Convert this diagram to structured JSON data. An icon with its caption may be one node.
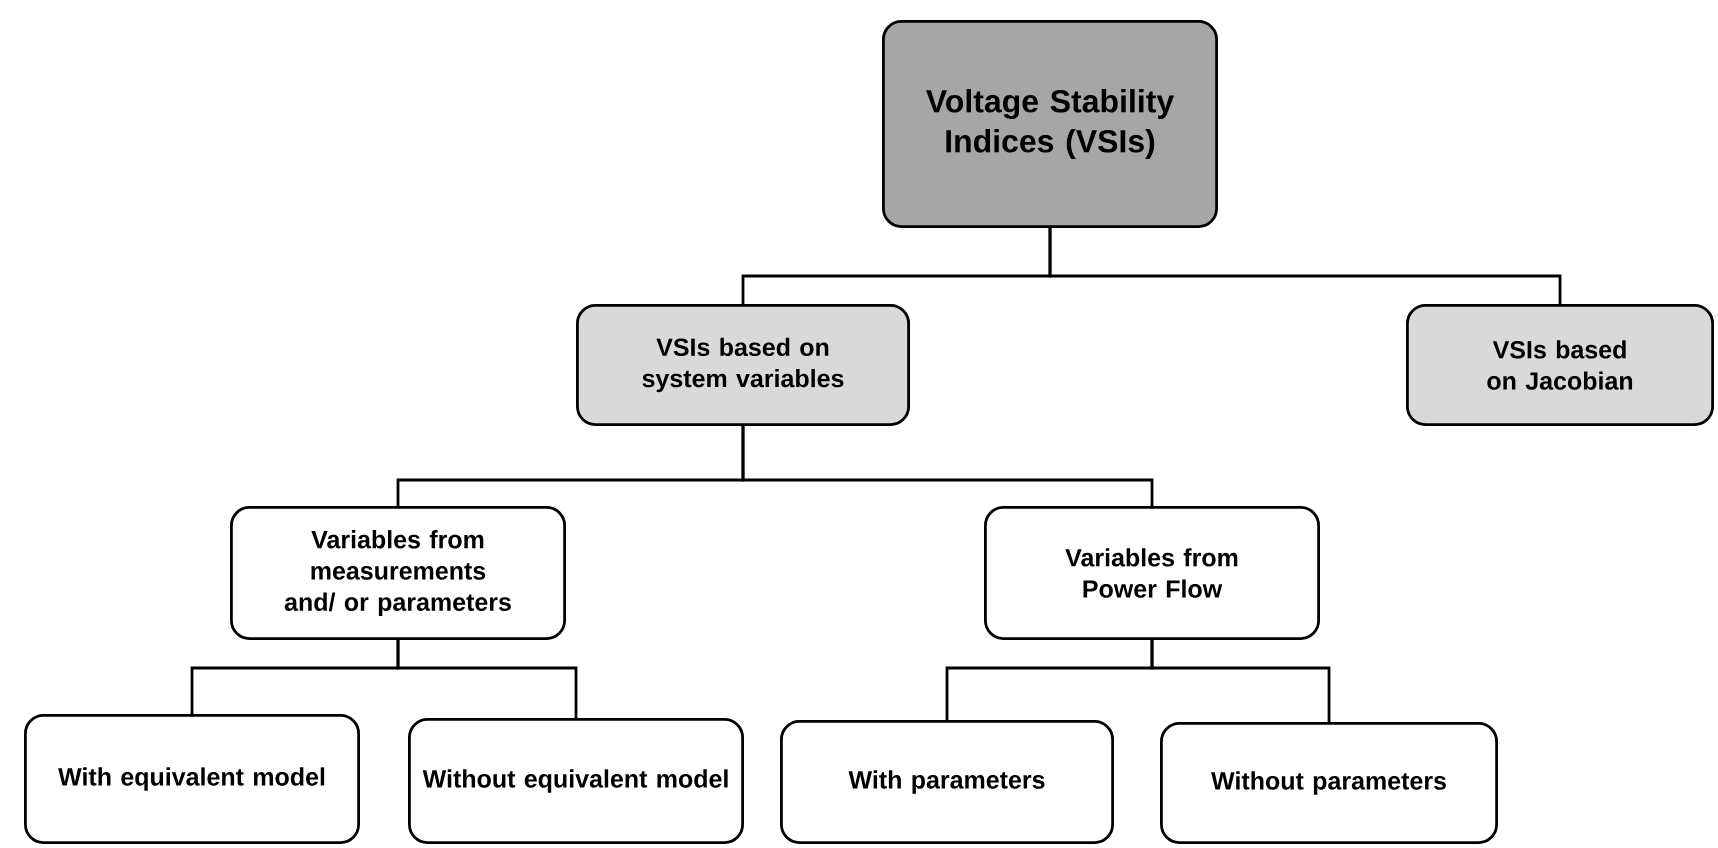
{
  "diagram": {
    "nodes": [
      {
        "text": [
          "Voltage Stability Indices (VSIs)"
        ]
      },
      {
        "text": [
          "VSIs based on system variables"
        ]
      },
      {
        "text": [
          "VSIs based on Jacobian"
        ]
      },
      {
        "text": [
          "Variables from measurements and/ or parameters"
        ]
      },
      {
        "text": [
          "Variables from Power Flow"
        ]
      },
      {
        "text": [
          "With equivalent model"
        ]
      },
      {
        "text": [
          "Without equivalent model"
        ]
      },
      {
        "text": [
          "With parameters"
        ]
      },
      {
        "text": [
          "Without parameters"
        ]
      }
    ],
    "edges": [
      {
        "from": 0,
        "to": 1,
        "arrow": "none"
      },
      {
        "from": 0,
        "to": 2,
        "arrow": "none"
      },
      {
        "from": 1,
        "to": 3,
        "arrow": "none"
      },
      {
        "from": 1,
        "to": 4,
        "arrow": "none"
      },
      {
        "from": 3,
        "to": 5,
        "arrow": "none"
      },
      {
        "from": 3,
        "to": 6,
        "arrow": "none"
      },
      {
        "from": 4,
        "to": 7,
        "arrow": "none"
      },
      {
        "from": 4,
        "to": 8,
        "arrow": "none"
      }
    ]
  }
}
